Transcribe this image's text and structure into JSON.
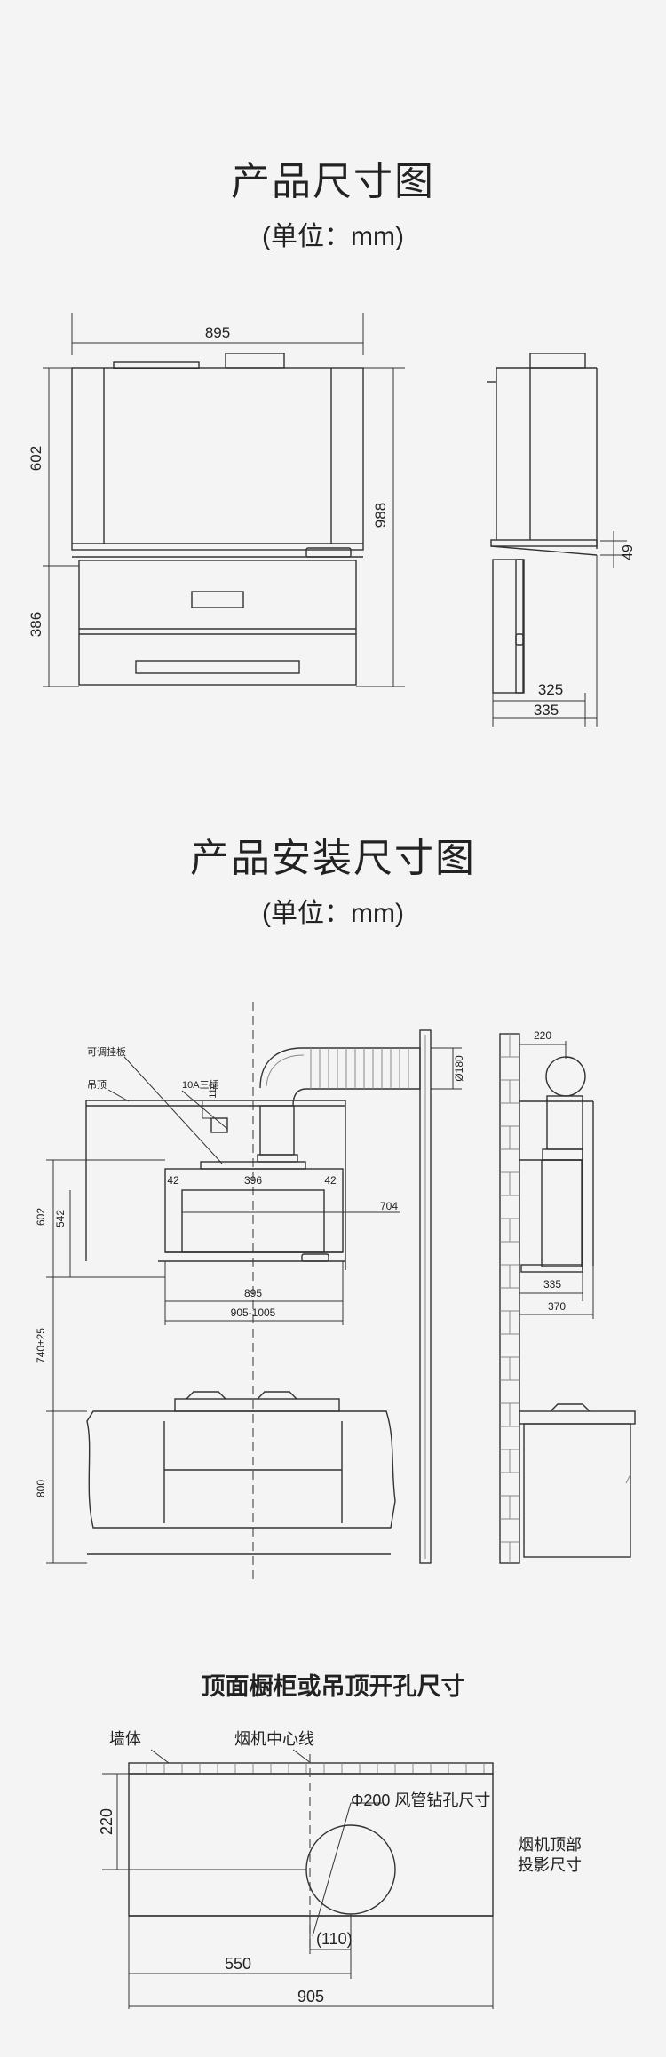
{
  "section1": {
    "title": "产品尺寸图",
    "unit": "(单位：mm)"
  },
  "front": {
    "width": "895",
    "upper": "602",
    "lower": "386",
    "total": "988"
  },
  "side": {
    "step": "49",
    "depth_inner": "325",
    "depth_outer": "335"
  },
  "section2": {
    "title": "产品安装尺寸图",
    "unit": "(单位：mm)"
  },
  "install": {
    "adjustable_plate": "可调挂板",
    "ceiling": "吊顶",
    "socket": "10A三插",
    "socket_h": "110",
    "duct_dia": "Ø180",
    "gap_left": "42",
    "gap_mid": "396",
    "gap_right": "42",
    "inner_w": "704",
    "hood_h": "602",
    "inner_h": "542",
    "width": "895",
    "width_range": "905-1005",
    "mount_h": "740±25",
    "counter_h": "800",
    "side_duct": "220",
    "side_d1": "335",
    "side_d2": "370"
  },
  "section3": {
    "title": "顶面橱柜或吊顶开孔尺寸",
    "wall": "墙体",
    "center_line": "烟机中心线",
    "hole_label": "Φ200 风管钻孔尺寸",
    "projection_l1": "烟机顶部",
    "projection_l2": "投影尺寸",
    "dim_220": "220",
    "dim_110": "(110)",
    "dim_550": "550",
    "dim_905": "905"
  }
}
